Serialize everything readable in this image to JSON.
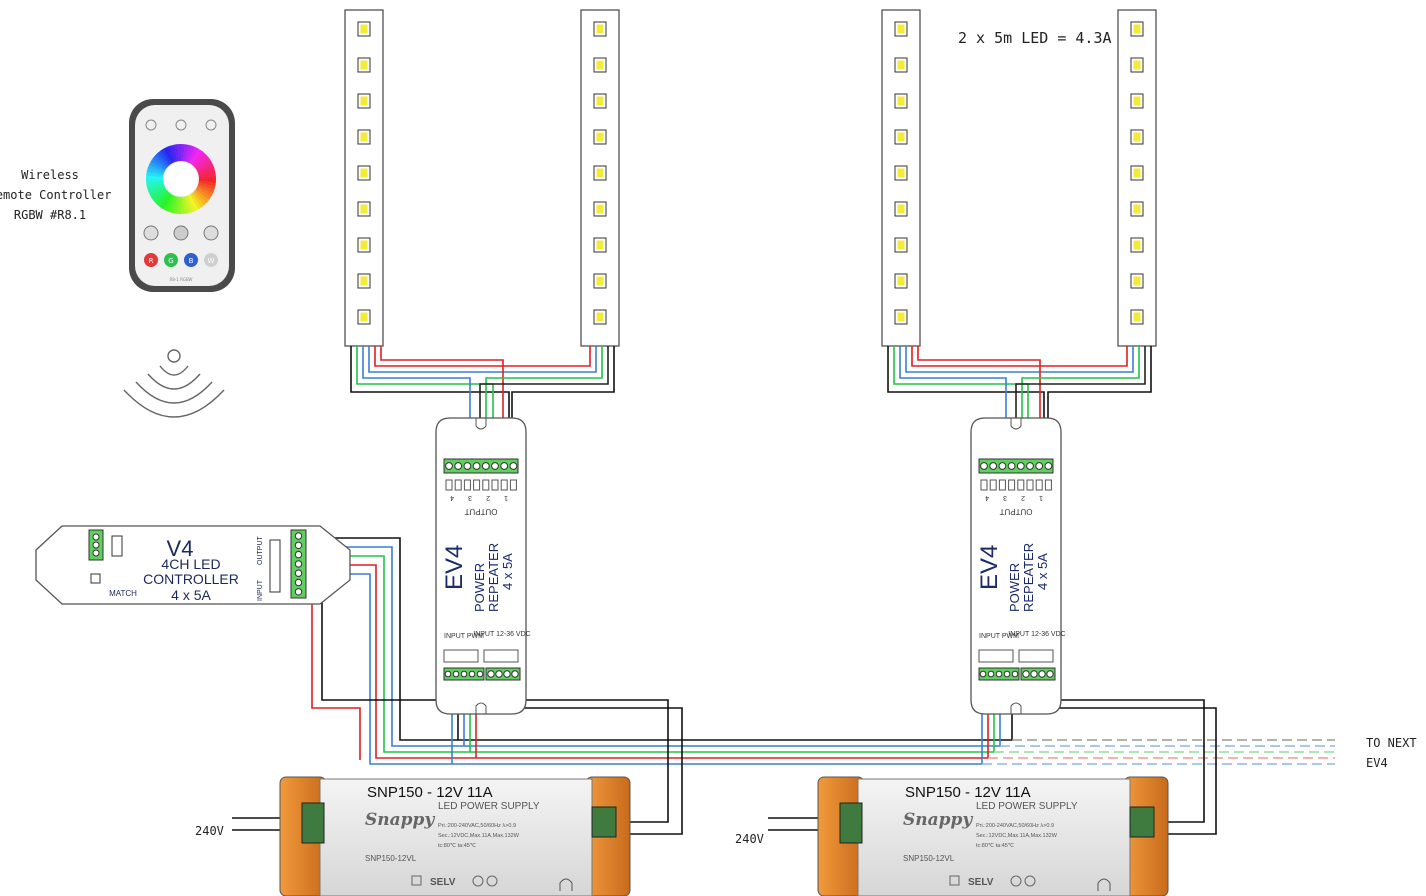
{
  "remote": {
    "line1": "Wireless",
    "line2": "Remote Controller",
    "line3": "RGBW   #R8.1",
    "buttons": [
      "R",
      "G",
      "B",
      "W"
    ],
    "id_text": "R8-1 RGBW"
  },
  "note_led": "2 x 5m LED = 4.3A",
  "controller": {
    "model": "V4",
    "line1": "4CH LED",
    "line2": "CONTROLLER",
    "line3": "4 x 5A",
    "match": "MATCH",
    "input": "INPUT",
    "output": "OUTPUT"
  },
  "repeater": {
    "model": "EV4",
    "line1": "POWER",
    "line2": "REPEATER",
    "line3": "4 x 5A",
    "output": "OUTPUT",
    "input_pwm": "INPUT PWM",
    "input_vdc": "INPUT 12-36 VDC",
    "channels": [
      "4",
      "3",
      "2",
      "1"
    ]
  },
  "psu": {
    "title": "SNP150 - 12V 11A",
    "brand": "Snappy",
    "subtitle": "LED POWER SUPPLY",
    "spec1": "Pri.:200-240VAC,50/60Hz  λ>0.9",
    "spec2": "Sec.:12VDC,Max.11A,Max.132W",
    "spec3": "tc:80℃   ta:45℃",
    "model": "SNP150-12VL",
    "marks": "SELV",
    "mains": "240V"
  },
  "to_next": {
    "line1": "TO NEXT",
    "line2": "EV4"
  },
  "colors": {
    "red": "#e02020",
    "green": "#22c34a",
    "blue": "#3a7fd5",
    "black": "#111111",
    "led_yellow": "#f3ea3a",
    "psu_orange": "#e8852a",
    "terminal_green": "#5fcf5f"
  }
}
